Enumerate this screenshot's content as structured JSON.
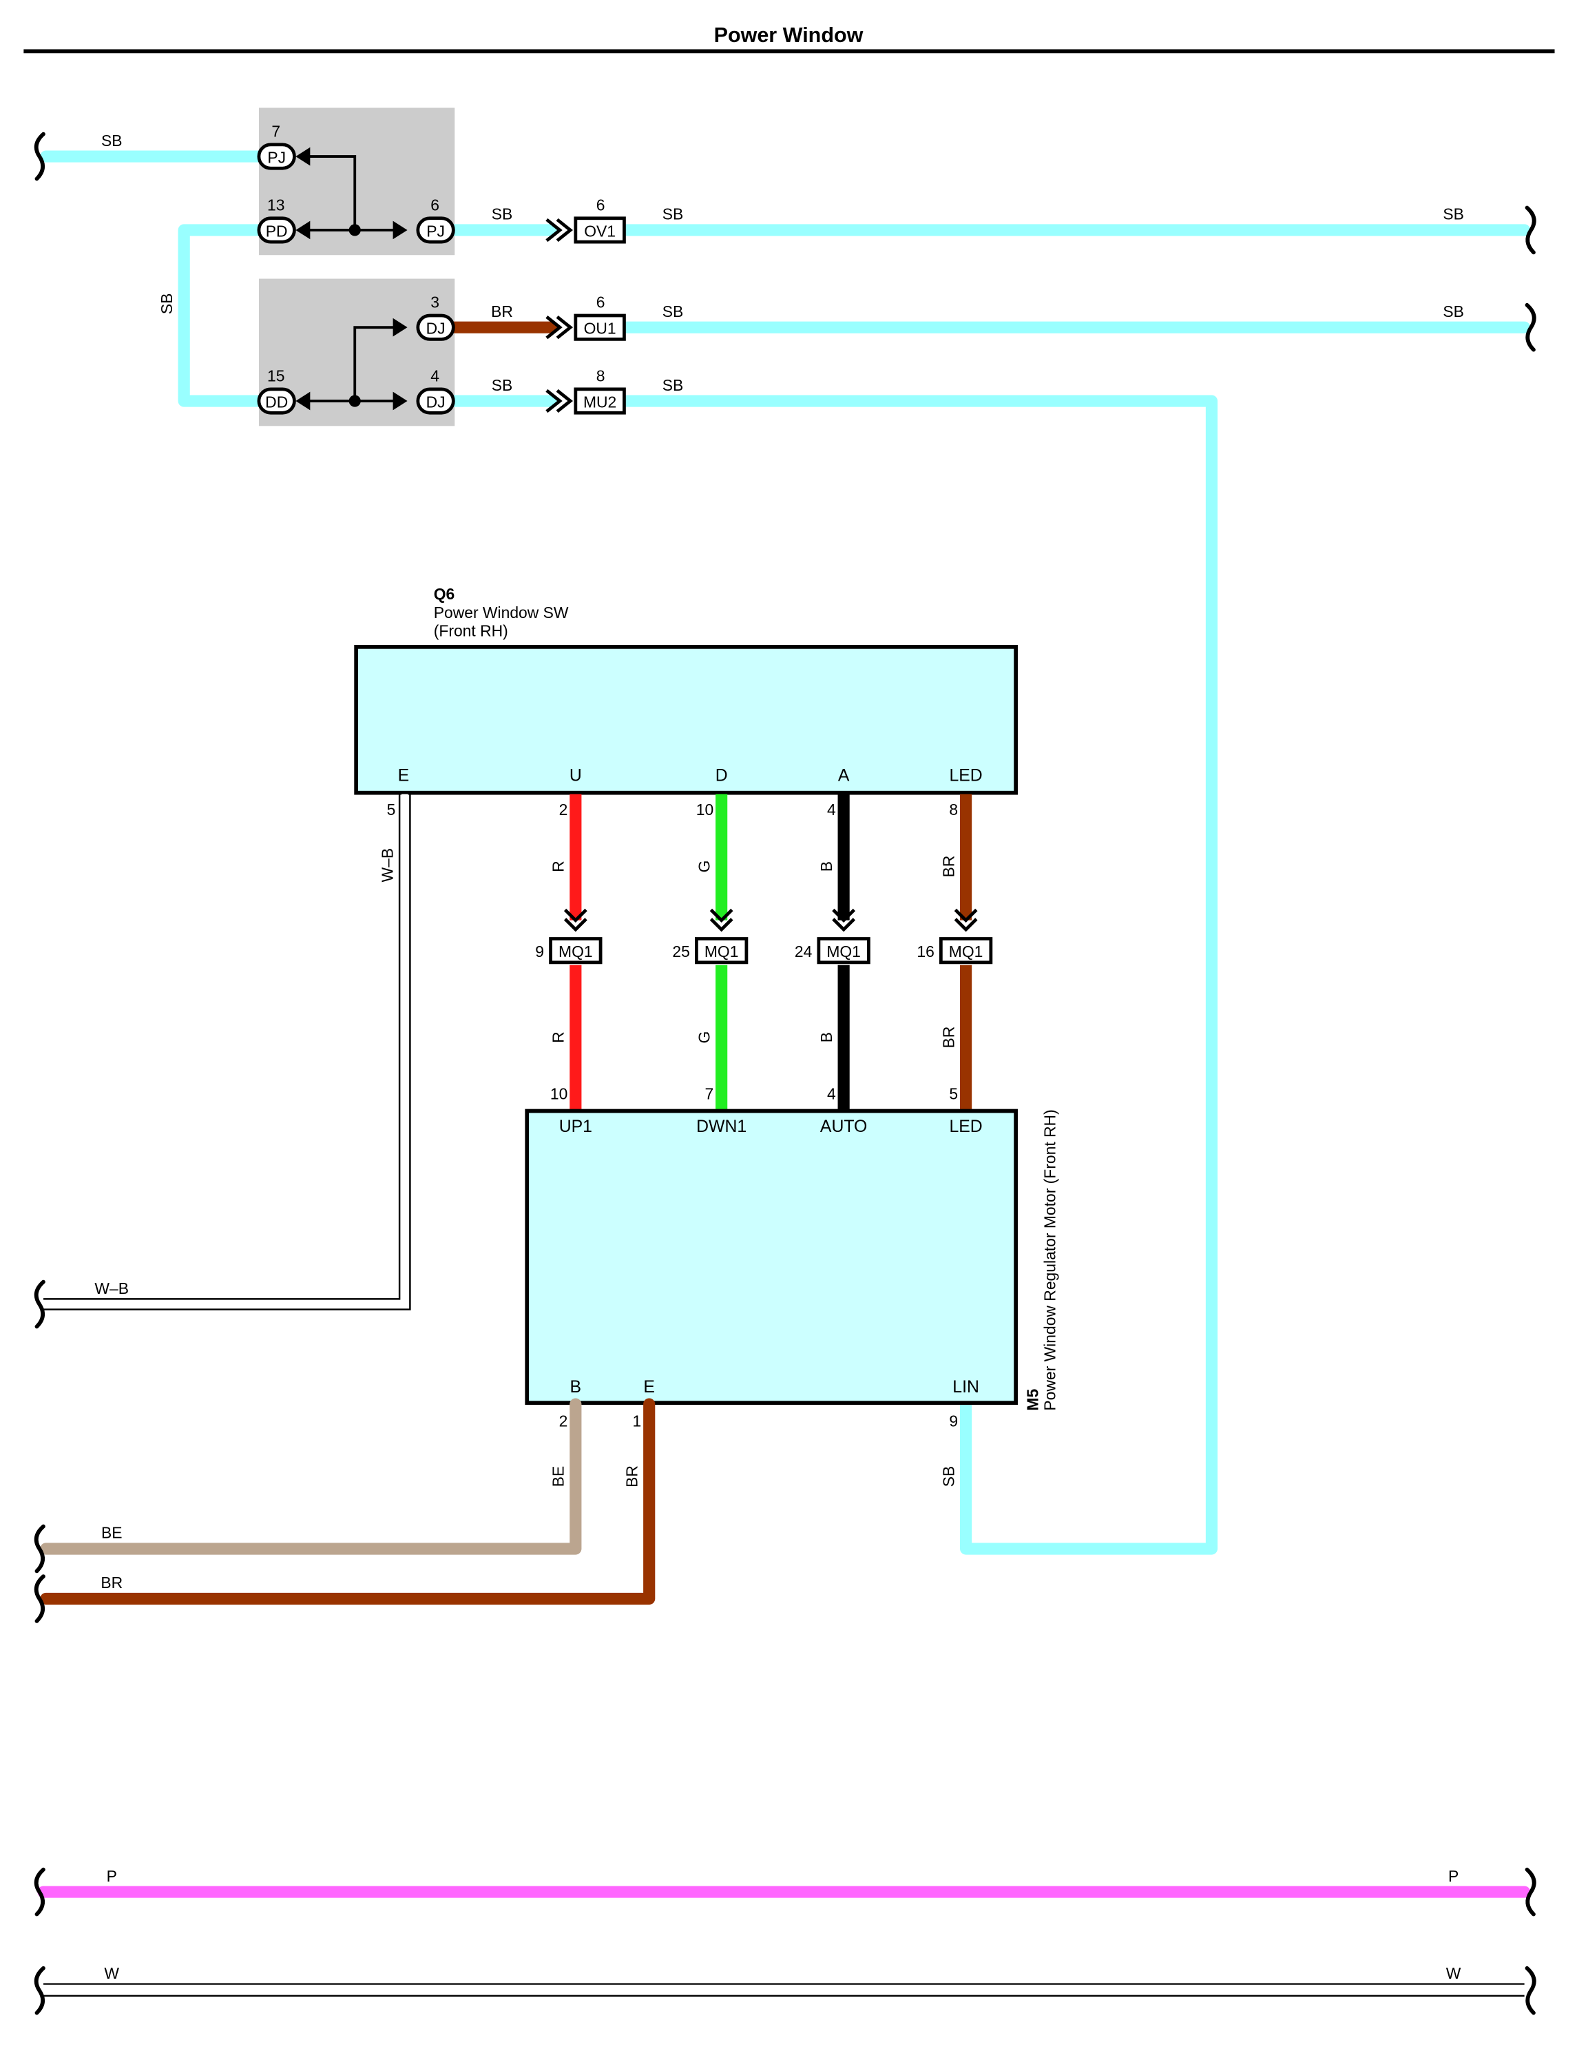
{
  "title": "Power Window",
  "colors": {
    "SB": "#99FFFF",
    "BR": "#993300",
    "R": "#FF1A1A",
    "G": "#22EE22",
    "B": "#000000",
    "BE": "#BBA58F",
    "P": "#FF66FF",
    "component_fill": "#CCFFFF",
    "junction_box_fill": "#CCCCCC"
  },
  "junctions": {
    "top": {
      "pins": [
        {
          "pin": "7",
          "connector": "PJ"
        },
        {
          "pin": "13",
          "connector": "PD"
        },
        {
          "pin": "6",
          "connector": "PJ"
        }
      ]
    },
    "bottom": {
      "pins": [
        {
          "pin": "3",
          "connector": "DJ"
        },
        {
          "pin": "15",
          "connector": "DD"
        },
        {
          "pin": "4",
          "connector": "DJ"
        }
      ]
    }
  },
  "inline_connectors": [
    {
      "pin": "6",
      "name": "OV1"
    },
    {
      "pin": "6",
      "name": "OU1"
    },
    {
      "pin": "8",
      "name": "MU2"
    }
  ],
  "wire_labels": {
    "top_in": "SB",
    "loop_vertical": "SB",
    "pj6_out": "SB",
    "ov1_out": "SB",
    "ov1_right": "SB",
    "dj3_out": "BR",
    "ou1_out": "SB",
    "ou1_right": "SB",
    "dj4_out": "SB",
    "mu2_out": "SB",
    "wb_vertical": "W–B",
    "wb_left": "W–B",
    "r_top": "R",
    "g_top": "G",
    "b_top": "B",
    "br_top": "BR",
    "r_bot": "R",
    "g_bot": "G",
    "b_bot": "B",
    "br_bot": "BR",
    "be_vertical": "BE",
    "br_vertical": "BR",
    "sb_lin": "SB",
    "be_left": "BE",
    "br_left": "BR",
    "p_left": "P",
    "p_right": "P",
    "w_left": "W",
    "w_right": "W"
  },
  "q6": {
    "code": "Q6",
    "name": "Power Window SW",
    "sub": "(Front RH)",
    "terminals": [
      {
        "label": "E",
        "pin": "5"
      },
      {
        "label": "U",
        "pin": "2"
      },
      {
        "label": "D",
        "pin": "10"
      },
      {
        "label": "A",
        "pin": "4"
      },
      {
        "label": "LED",
        "pin": "8"
      }
    ]
  },
  "mq1": {
    "name": "MQ1",
    "pins": [
      "9",
      "25",
      "24",
      "16"
    ]
  },
  "m5": {
    "code": "M5",
    "name": "Power Window Regulator Motor (Front RH)",
    "top_terminals": [
      {
        "label": "UP1",
        "pin": "10"
      },
      {
        "label": "DWN1",
        "pin": "7"
      },
      {
        "label": "AUTO",
        "pin": "4"
      },
      {
        "label": "LED",
        "pin": "5"
      }
    ],
    "bottom_terminals": [
      {
        "label": "B",
        "pin": "2"
      },
      {
        "label": "E",
        "pin": "1"
      },
      {
        "label": "LIN",
        "pin": "9"
      }
    ]
  }
}
